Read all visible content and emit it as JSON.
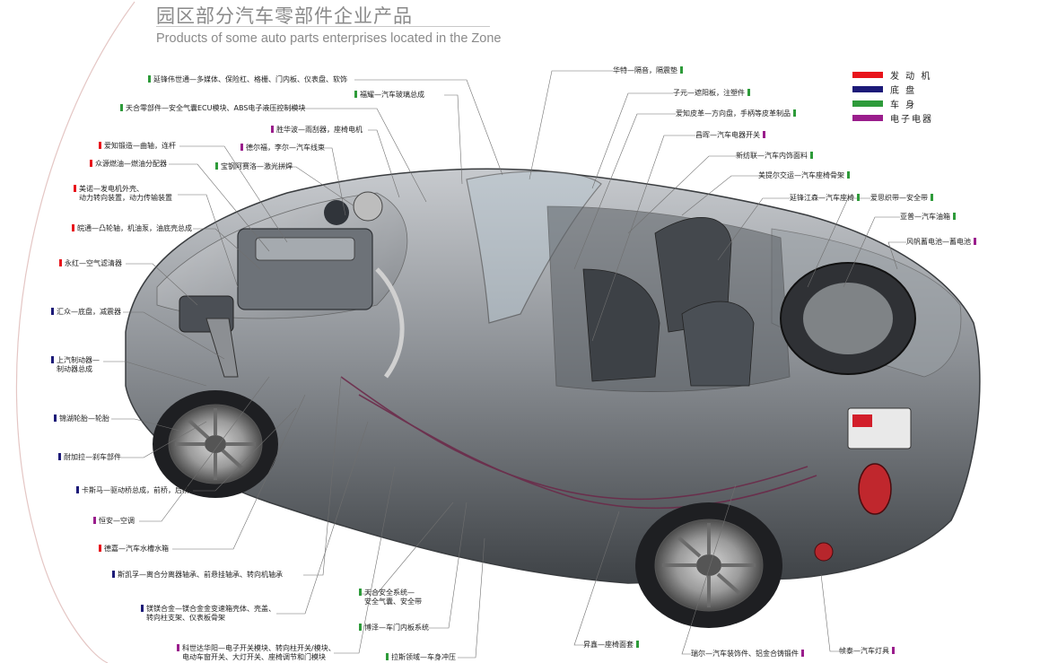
{
  "title_cn": "园区部分汽车零部件企业产品",
  "title_en": "Products of some auto parts enterprises located in the Zone",
  "colors": {
    "engine": "#e8141b",
    "chassis": "#1c1a78",
    "body": "#2e9b3a",
    "electrical": "#9a1d8c"
  },
  "legend": [
    {
      "label": "发 动 机",
      "category": "engine"
    },
    {
      "label": "底    盘",
      "category": "chassis"
    },
    {
      "label": "车    身",
      "category": "body"
    },
    {
      "label": "电子电器",
      "category": "electrical"
    }
  ],
  "labels": [
    {
      "id": "l01",
      "text": "延锋伟世通—多媒体、保险杠、格栅、门内板、仪表盘、软饰",
      "category": "body"
    },
    {
      "id": "l02",
      "text": "天合零部件—安全气囊ECU模块、ABS电子液压控制模块",
      "category": "body"
    },
    {
      "id": "l03",
      "text": "福耀—汽车玻璃总成",
      "category": "body"
    },
    {
      "id": "l04",
      "text": "胜华波—雨刮器，座椅电机",
      "category": "electrical"
    },
    {
      "id": "l05",
      "text": "爱知锻造—曲轴，连杆",
      "category": "engine"
    },
    {
      "id": "l06",
      "text": "德尔福，李尔—汽车线束",
      "category": "electrical"
    },
    {
      "id": "l07",
      "text": "众源燃油—燃油分配器",
      "category": "engine"
    },
    {
      "id": "l08",
      "text": "宝钢阿赛洛—激光拼焊",
      "category": "body"
    },
    {
      "id": "l09",
      "text": "美诺—发电机外壳、\n动力转向装置，动力传输装置",
      "category": "engine"
    },
    {
      "id": "l10",
      "text": "皖通—凸轮轴，机油泵，油底壳总成",
      "category": "engine"
    },
    {
      "id": "l11",
      "text": "永红—空气滤清器",
      "category": "engine"
    },
    {
      "id": "l12",
      "text": "汇众—底盘，减震器",
      "category": "chassis"
    },
    {
      "id": "l13",
      "text": "上汽制动器—\n制动器总成",
      "category": "chassis"
    },
    {
      "id": "l14",
      "text": "锦湖轮胎—轮胎",
      "category": "chassis"
    },
    {
      "id": "l15",
      "text": "耐加拉—刹车部件",
      "category": "chassis"
    },
    {
      "id": "l16",
      "text": "卡斯马—驱动桥总成，前桥，后桥",
      "category": "chassis"
    },
    {
      "id": "l17",
      "text": "恒安—空调",
      "category": "electrical"
    },
    {
      "id": "l18",
      "text": "德嘉—汽车水槽水箱",
      "category": "engine"
    },
    {
      "id": "l19",
      "text": "斯凯孚—离合分离器轴承、前悬挂轴承、转向机轴承",
      "category": "chassis"
    },
    {
      "id": "l20",
      "text": "镁镁合金—镁合金金变速箱壳体、壳盖、\n转向柱支架、仪表板骨架",
      "category": "chassis"
    },
    {
      "id": "l21",
      "text": "科世达华阳—电子开关模块、转向柱开关/模块、\n电动车窗开关、大灯开关、座椅调节和门模块",
      "category": "electrical"
    },
    {
      "id": "l22",
      "text": "天合安全系统—\n安全气囊、安全带",
      "category": "body"
    },
    {
      "id": "l23",
      "text": "博泽—车门内板系统",
      "category": "body"
    },
    {
      "id": "l24",
      "text": "拉斯领域—车身冲压",
      "category": "body"
    },
    {
      "id": "l25",
      "text": "华特—隔音，隔震垫",
      "category": "body"
    },
    {
      "id": "l26",
      "text": "子元—遮阳板，注塑件",
      "category": "body"
    },
    {
      "id": "l27",
      "text": "爱知皮革—方向盘，手柄等皮革制品",
      "category": "body"
    },
    {
      "id": "l28",
      "text": "昌晖—汽车电器开关",
      "category": "electrical"
    },
    {
      "id": "l29",
      "text": "新纺联—汽车内饰面料",
      "category": "body"
    },
    {
      "id": "l30",
      "text": "美提尔交运—汽车座椅骨架",
      "category": "body"
    },
    {
      "id": "l31",
      "text": "延锋江森—汽车座椅",
      "category": "body"
    },
    {
      "id": "l32",
      "text": "爱思织带—安全带",
      "category": "body"
    },
    {
      "id": "l33",
      "text": "亚普—汽车油箱",
      "category": "body"
    },
    {
      "id": "l34",
      "text": "风帆蓄电池—蓄电池",
      "category": "electrical"
    },
    {
      "id": "l35",
      "text": "昇鑫—座椅面套",
      "category": "body"
    },
    {
      "id": "l36",
      "text": "瑞尔—汽车装饰件、铝金合铸锻件",
      "category": "electrical"
    },
    {
      "id": "l37",
      "text": "帧泰—汽车灯具",
      "category": "electrical"
    }
  ]
}
